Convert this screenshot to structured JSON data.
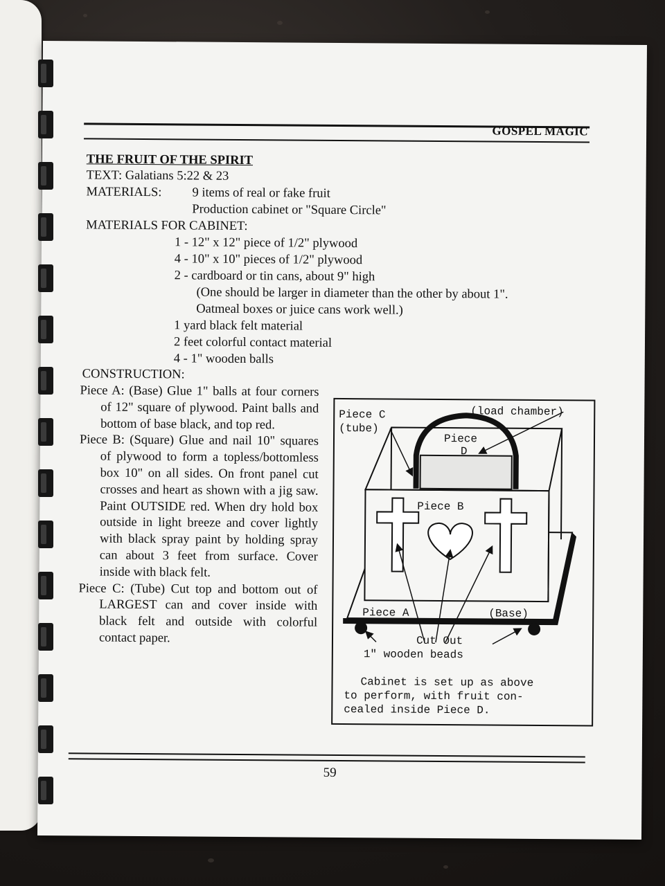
{
  "header": "GOSPEL MAGIC",
  "title": "THE FRUIT OF THE SPIRIT",
  "text_line": "TEXT: Galatians 5:22 & 23",
  "materials_label": "MATERIALS:",
  "materials": [
    "9 items of real or fake fruit",
    "Production cabinet or \"Square Circle\""
  ],
  "cabinet_label": "MATERIALS FOR CABINET:",
  "cabinet_items": [
    "1 - 12\" x 12\" piece of 1/2\" plywood",
    "4 - 10\" x 10\" pieces of 1/2\" plywood",
    "2 - cardboard or tin cans, about 9\" high",
    "(One should be larger in diameter than the other by about 1\".",
    "Oatmeal boxes or juice cans work well.)",
    "1 yard black felt material",
    "2 feet colorful contact material",
    "4 - 1\" wooden balls"
  ],
  "construction_label": "CONSTRUCTION:",
  "pieces": [
    "Piece A: (Base) Glue 1\" balls at four corners of 12\" square of plywood. Paint balls and bottom of base black, and top red.",
    "Piece B: (Square) Glue and nail 10\" squares of plywood to form a topless/bottomless box 10\" on all sides. On front panel cut crosses and heart as shown with a jig saw. Paint OUTSIDE red. When dry hold box outside in light breeze and cover lightly with black spray paint by holding spray can about 3 feet from surface. Cover inside with black felt.",
    "Piece C: (Tube) Cut top and bottom out of LARGEST can and cover inside with black felt and outside with colorful contact paper."
  ],
  "figure": {
    "piece_c": "Piece C",
    "tube": "(tube)",
    "load_chamber": "(load chamber)",
    "piece_d": "Piece",
    "piece_d2": "D",
    "piece_b": "Piece B",
    "piece_a": "Piece A",
    "base": "(Base)",
    "cut_out": "Cut Out",
    "beads": "1\" wooden beads",
    "caption1": "Cabinet is set up as above",
    "caption2": "to perform, with fruit  con-",
    "caption3": "cealed inside Piece D."
  },
  "page_number": "59"
}
